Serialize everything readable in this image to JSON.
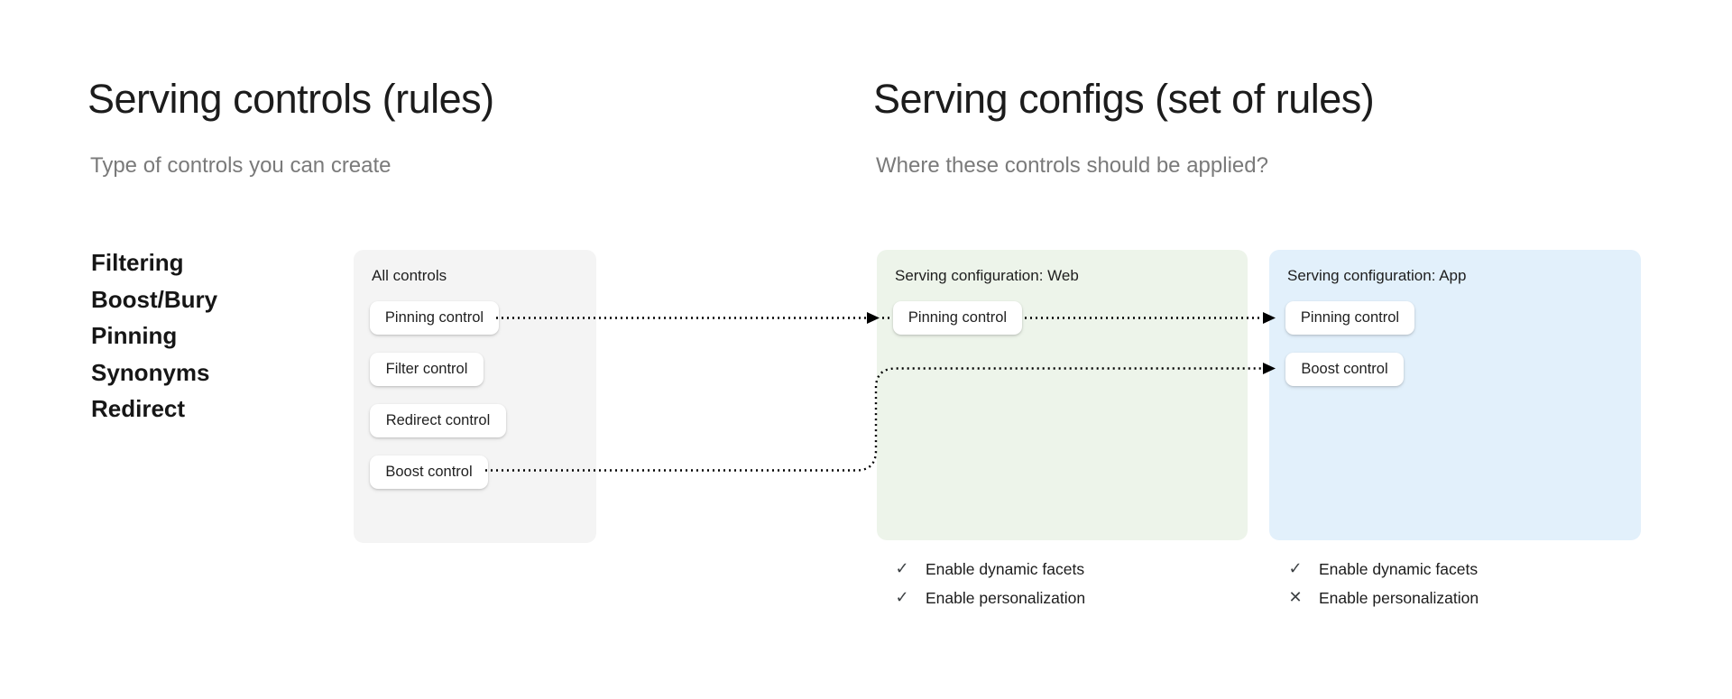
{
  "left_section": {
    "title": "Serving controls (rules)",
    "subtitle": "Type of controls you can create",
    "control_types": [
      "Filtering",
      "Boost/Bury",
      "Pinning",
      "Synonyms",
      "Redirect"
    ]
  },
  "right_section": {
    "title": "Serving configs (set of rules)",
    "subtitle": "Where these controls should be applied?"
  },
  "all_controls_card": {
    "label": "All controls",
    "controls": [
      "Pinning control",
      "Filter control",
      "Redirect control",
      "Boost control"
    ]
  },
  "web_config_card": {
    "label": "Serving configuration: Web",
    "controls": [
      "Pinning control"
    ],
    "settings": [
      {
        "label": "Enable dynamic facets",
        "enabled": true,
        "icon": "✓"
      },
      {
        "label": "Enable personalization",
        "enabled": true,
        "icon": "✓"
      }
    ]
  },
  "app_config_card": {
    "label": "Serving configuration: App",
    "controls": [
      "Pinning control",
      "Boost control"
    ],
    "settings": [
      {
        "label": "Enable dynamic facets",
        "enabled": true,
        "icon": "✓"
      },
      {
        "label": "Enable personalization",
        "enabled": false,
        "icon": "✕"
      }
    ]
  },
  "connections": [
    {
      "from": "All controls: Pinning control",
      "to": "Serving configuration Web: Pinning control",
      "style": "dotted-arrow"
    },
    {
      "from": "Serving configuration Web: Pinning control",
      "to": "Serving configuration App: Pinning control",
      "style": "dotted-arrow"
    },
    {
      "from": "All controls: Boost control",
      "to": "Serving configuration App: Boost control",
      "style": "dotted-arrow"
    }
  ],
  "colors": {
    "all_controls_card_bg": "#f4f4f4",
    "web_card_bg": "#edf4ea",
    "app_card_bg": "#e2f0fb",
    "chip_bg": "#ffffff",
    "heading_text": "#1c1c1c",
    "subtitle_text": "#7a7a7a",
    "arrow": "#000000"
  }
}
